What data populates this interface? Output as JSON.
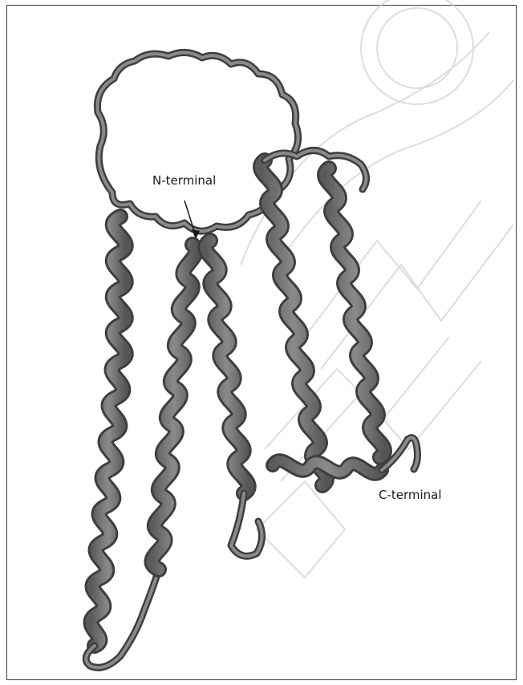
{
  "annotations": {
    "n_terminal": "N-terminal",
    "c_terminal": "C-terminal"
  },
  "colors": {
    "ribbon": "#6f6f6f",
    "ribbon_edge": "#3e3e3e",
    "watermark": "#cfcfcf",
    "border": "#3a3a3a"
  },
  "icons": {
    "structure": "protein-ribbon-structure",
    "watermark": "outlined-letter-watermark"
  }
}
